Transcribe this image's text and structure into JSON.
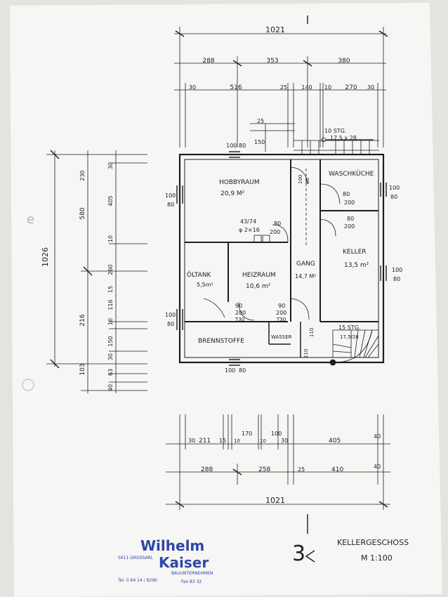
{
  "sheet": {
    "title": "KELLERGESCHOSS",
    "scale": "M 1:100",
    "sheet_mark": "3"
  },
  "dims_top": {
    "overall": "1021",
    "row2": [
      "288",
      "353",
      "380"
    ],
    "row3": [
      "30",
      "516",
      "25",
      "140",
      "10",
      "270",
      "30"
    ],
    "stair_ext": "25",
    "window_top": [
      "100",
      "80"
    ],
    "stair_dim": "150"
  },
  "dims_bottom": {
    "overall": "1021",
    "row1": [
      "30",
      "211",
      "15",
      "10",
      "170",
      "10",
      "100",
      "30",
      "405",
      "40"
    ],
    "row2": [
      "288",
      "258",
      "25",
      "410",
      "40"
    ],
    "window_bottom": [
      "100",
      "80"
    ]
  },
  "dims_left": {
    "overall": "1026",
    "outer": [
      "580",
      "216",
      "103"
    ],
    "inner": [
      "30",
      "230",
      "405",
      "10",
      "260",
      "15",
      "116",
      "10",
      "150",
      "30",
      "63",
      "40"
    ]
  },
  "rooms": {
    "hobby_name": "HOBBYRAUM",
    "hobby_area": "20,9 M²",
    "wasch_name": "WASCHKÜCHE",
    "keller_name": "KELLER",
    "keller_area": "13,5 m²",
    "gang_name": "GANG",
    "gang_area": "14,7 M²",
    "heiz_name": "HEIZRAUM",
    "heiz_area": "10,6 m²",
    "oel_name": "ÖLTANK",
    "oel_area": "5,5m²",
    "brenn_name": "BRENNSTOFFE",
    "wasser_name": "WASSER"
  },
  "openings": {
    "win_left1": [
      "100",
      "80"
    ],
    "win_left2": [
      "100",
      "80"
    ],
    "win_right1": [
      "100",
      "80"
    ],
    "win_right2": [
      "100",
      "80"
    ],
    "door_wasch1": [
      "80",
      "200"
    ],
    "door_wasch2": [
      "80",
      "200"
    ],
    "door_hobby": [
      "80",
      "200"
    ],
    "chimney": [
      "43/74",
      "φ 2×16"
    ],
    "door_heiz1": [
      "90",
      "200",
      "T30"
    ],
    "door_heiz2": [
      "90",
      "200",
      "T30"
    ],
    "gang_window": [
      "100",
      "80"
    ],
    "gang_bottom": [
      "110",
      "110"
    ]
  },
  "stairs": {
    "top": "10 STG.",
    "top_ratio": "17,5 x 28",
    "bottom": "15 STG.",
    "bottom_ratio": "17,5/28"
  },
  "stamp": {
    "line1": "Wilhelm",
    "line2": "Kaiser",
    "sub1": "5611 GROSSARL",
    "sub2": "Tel. 0 64 14 / 8290",
    "sub3": "BAUUNTERNEHMEN",
    "sub4": "Fax 83 32"
  },
  "colors": {
    "paper": "#f6f6f4",
    "ink": "#1d1d1f",
    "stamp": "#2f46a8"
  }
}
